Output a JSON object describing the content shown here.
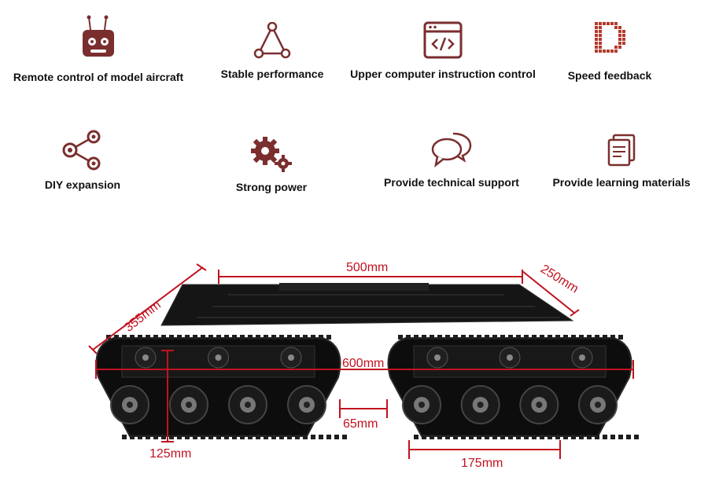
{
  "features": [
    {
      "label": "Remote control of model aircraft",
      "icon": "remote-controller-icon"
    },
    {
      "label": "Stable performance",
      "icon": "triangle-nodes-icon"
    },
    {
      "label": "Upper computer instruction control",
      "icon": "code-window-icon"
    },
    {
      "label": "Speed feedback",
      "icon": "pixel-d-icon"
    },
    {
      "label": "DIY expansion",
      "icon": "share-icon"
    },
    {
      "label": "Strong power",
      "icon": "gears-icon"
    },
    {
      "label": "Provide technical support",
      "icon": "chat-bubbles-icon"
    },
    {
      "label": "Provide learning materials",
      "icon": "documents-icon"
    }
  ],
  "dimensions": {
    "top_length": "500mm",
    "top_width": "250mm",
    "side_width": "355mm",
    "total_length": "600mm",
    "track_gap": "65mm",
    "height": "125mm",
    "wheel_span": "175mm"
  },
  "colors": {
    "icon": "#7a2e2e",
    "dimension": "#c1121f",
    "chassis": "#141414"
  }
}
